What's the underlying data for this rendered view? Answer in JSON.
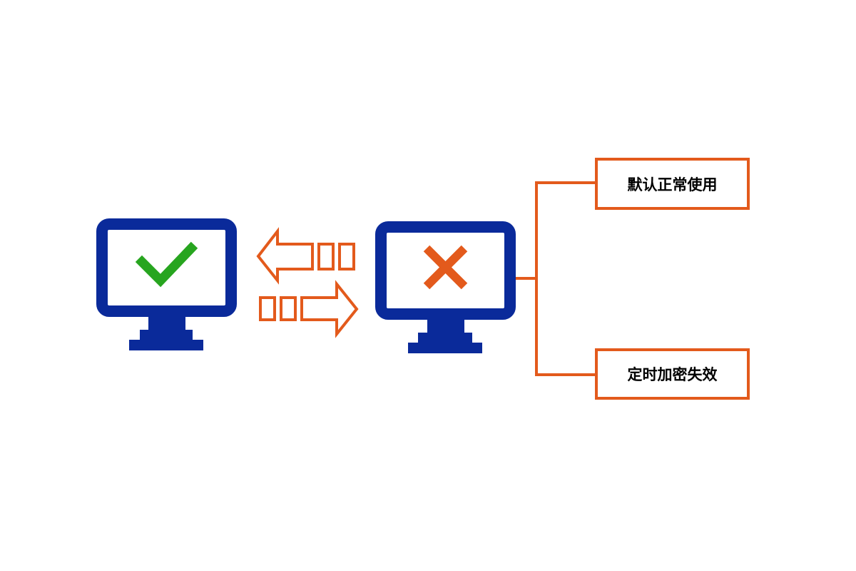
{
  "colors": {
    "monitor": "#0a2a9a",
    "accent": "#e35a1c",
    "check": "#27a51f",
    "background": "#ffffff"
  },
  "left_computer": {
    "status_icon": "check-icon"
  },
  "right_computer": {
    "status_icon": "cross-icon"
  },
  "arrows": [
    {
      "direction": "left",
      "icon": "arrow-left-icon"
    },
    {
      "direction": "right",
      "icon": "arrow-right-icon"
    }
  ],
  "branches": {
    "top_label": "默认正常使用",
    "bottom_label": "定时加密失效"
  }
}
